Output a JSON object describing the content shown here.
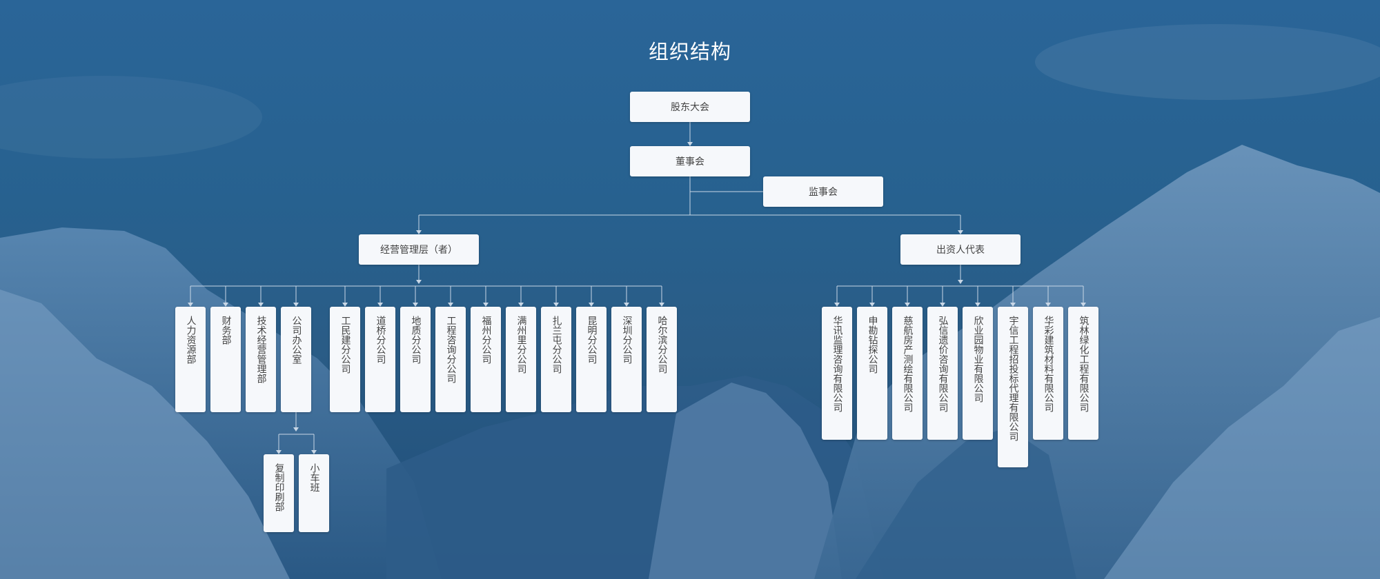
{
  "title": "组织结构",
  "top": {
    "shareholders": "股东大会",
    "board": "董事会",
    "supervisors": "监事会",
    "management": "经营管理层（者）",
    "investor_rep": "出资人代表"
  },
  "management_units": [
    "人力资源部",
    "财务部",
    "技术经营管理部",
    "公司办公室",
    "工民建分公司",
    "道桥分公司",
    "地质分公司",
    "工程咨询分公司",
    "福州分公司",
    "满州里分公司",
    "扎兰屯分公司",
    "昆明分公司",
    "深圳分公司",
    "哈尔滨分公司"
  ],
  "office_units": [
    "复制印刷部",
    "小车班"
  ],
  "investor_units": [
    "华讯监理咨询有限公司",
    "申勘钻探公司",
    "慈航房产测绘有限公司",
    "弘信遗价咨询有限公司",
    "欣业园物业有限公司",
    "宇信工程招投标代理有限公司",
    "华彩建筑材料有限公司",
    "筑林绿化工程有限公司"
  ],
  "colors": {
    "line": "#c9d7e6",
    "box": "#f6f8fb",
    "text": "#444444",
    "title": "#ffffff"
  }
}
